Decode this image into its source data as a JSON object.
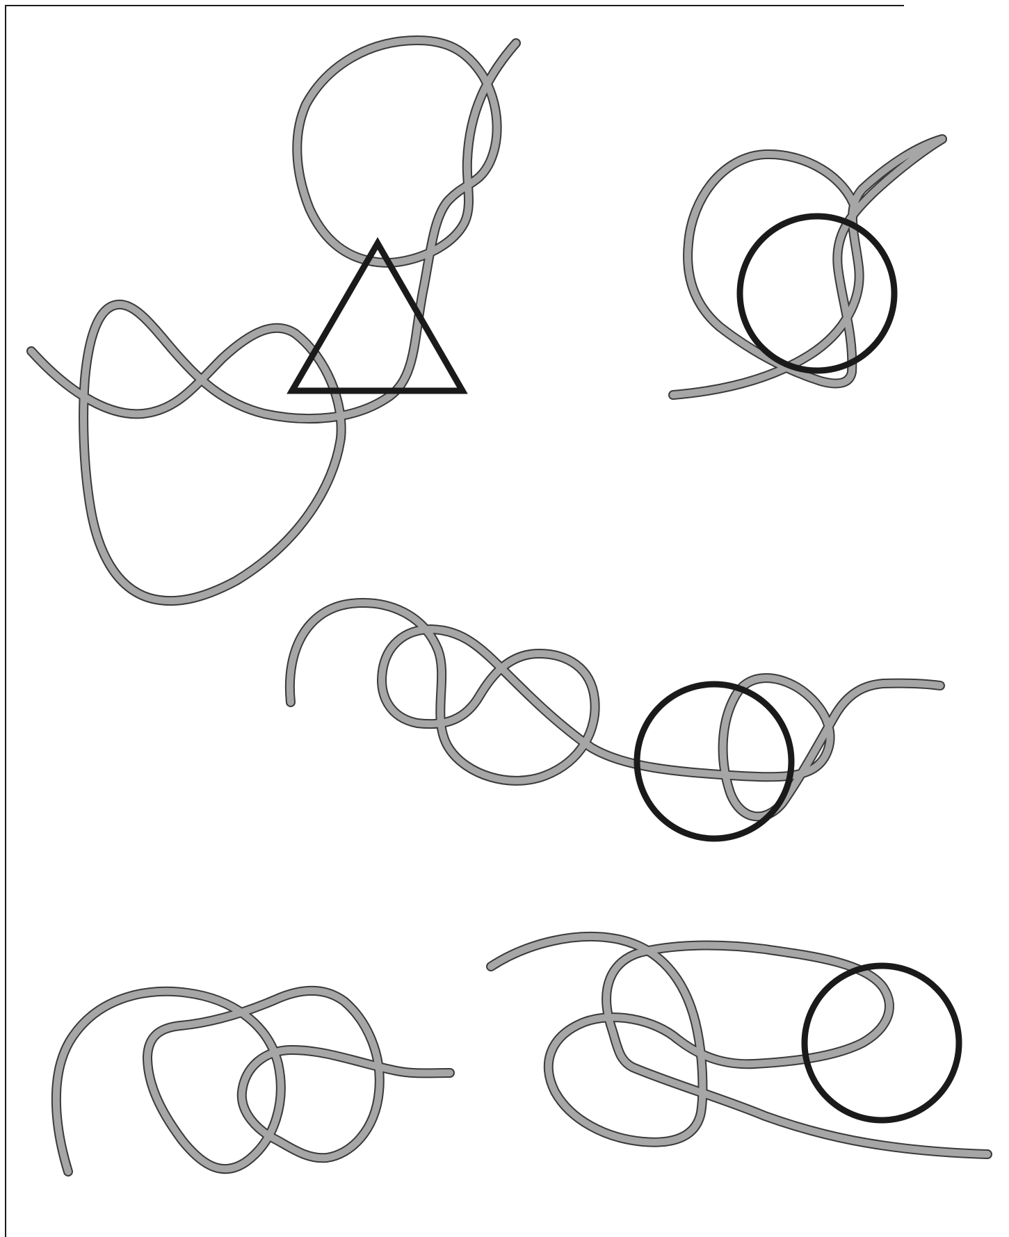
{
  "colors": {
    "background": "#ffffff",
    "frame": "#1a1a1a",
    "rope_fill": "#a6a6a6",
    "rope_outline": "#3a3a3a",
    "shape_stroke": "#1a1a1a"
  },
  "puzzles": [
    {
      "id": "top-left",
      "overlay_shape": "triangle"
    },
    {
      "id": "top-right",
      "overlay_shape": "circle"
    },
    {
      "id": "middle",
      "overlay_shape": "circle"
    },
    {
      "id": "bottom-left",
      "overlay_shape": "none"
    },
    {
      "id": "bottom-right",
      "overlay_shape": "circle"
    }
  ]
}
